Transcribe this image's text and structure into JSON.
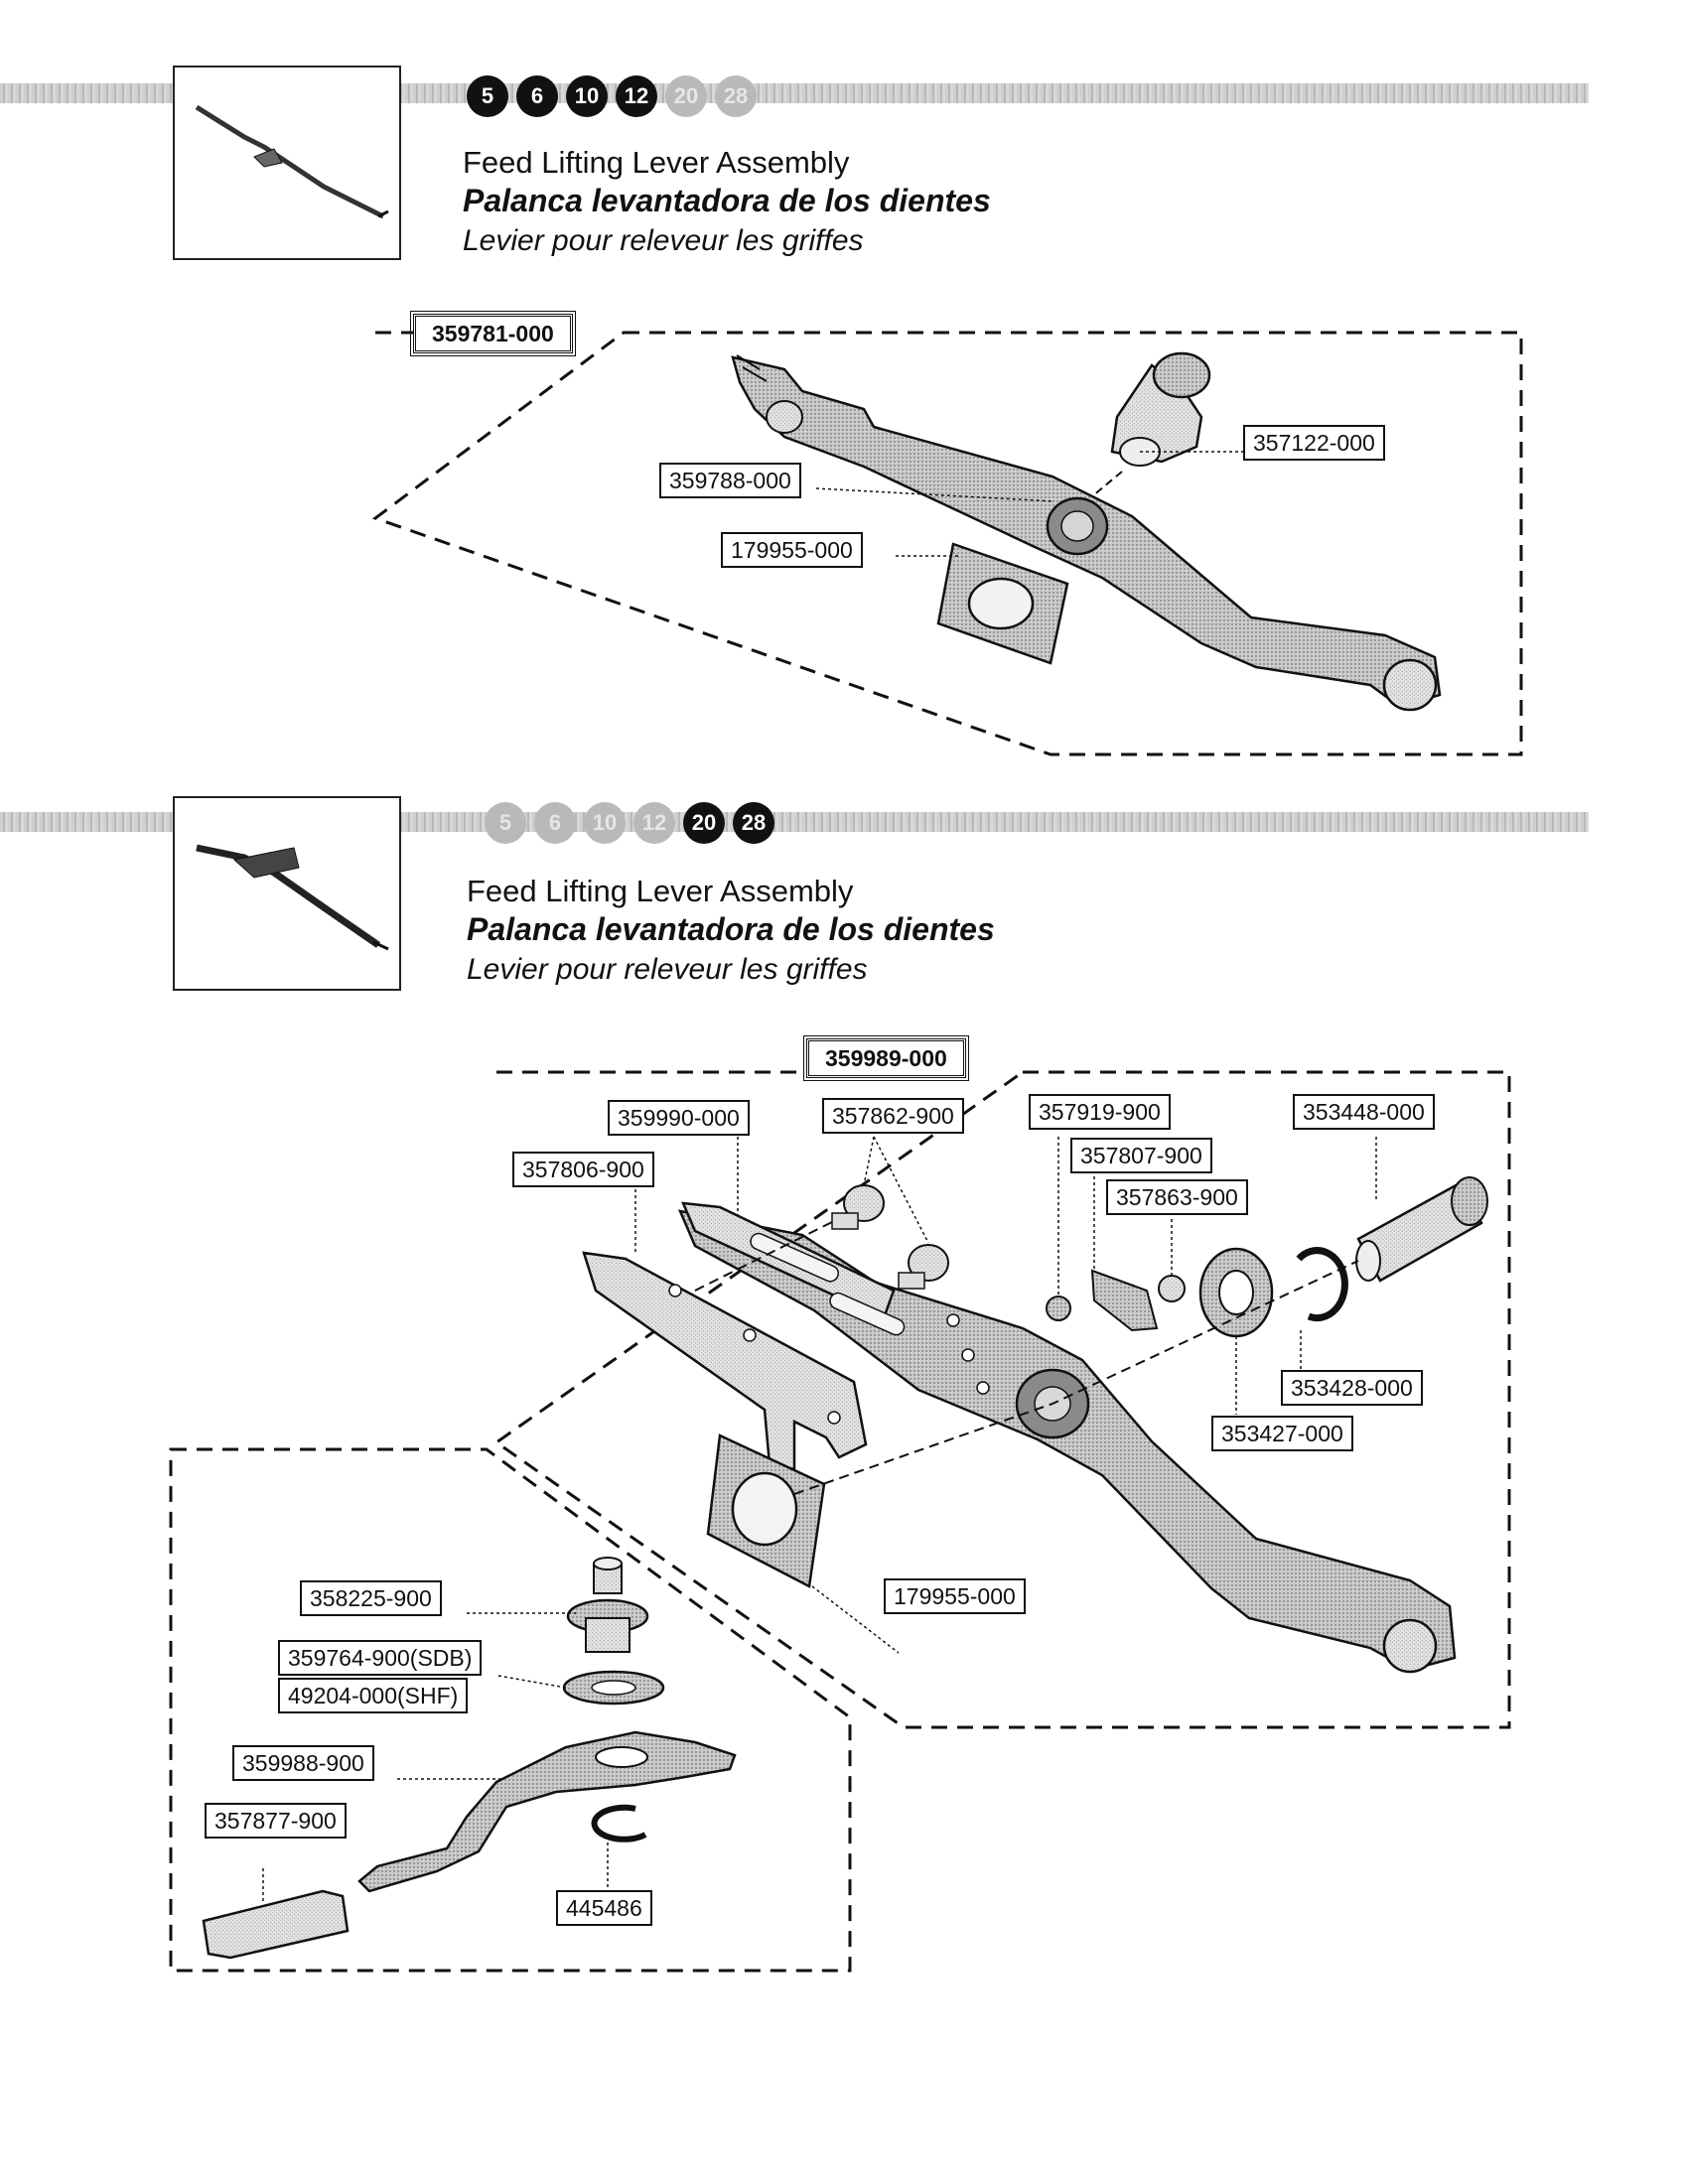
{
  "section1": {
    "models": [
      {
        "label": "5",
        "active": true
      },
      {
        "label": "6",
        "active": true
      },
      {
        "label": "10",
        "active": true
      },
      {
        "label": "12",
        "active": true
      },
      {
        "label": "20",
        "active": false
      },
      {
        "label": "28",
        "active": false
      }
    ],
    "title_en": "Feed Lifting Lever Assembly",
    "title_es": "Palanca levantadora de los dientes",
    "title_fr": "Levier pour releveur les griffes",
    "assembly_part": "359781-000",
    "parts": {
      "pin": "357122-000",
      "lever": "359788-000",
      "plate": "179955-000"
    }
  },
  "section2": {
    "models": [
      {
        "label": "5",
        "active": false
      },
      {
        "label": "6",
        "active": false
      },
      {
        "label": "10",
        "active": false
      },
      {
        "label": "12",
        "active": false
      },
      {
        "label": "20",
        "active": true
      },
      {
        "label": "28",
        "active": true
      }
    ],
    "title_en": "Feed Lifting Lever Assembly",
    "title_es": "Palanca levantadora de los dientes",
    "title_fr": "Levier pour releveur les griffes",
    "assembly_part": "359989-000",
    "parts": {
      "p359990": "359990-000",
      "p357862": "357862-900",
      "p357919": "357919-900",
      "p353448": "353448-000",
      "p357807": "357807-900",
      "p357806": "357806-900",
      "p357863": "357863-900",
      "p353428": "353428-000",
      "p353427": "353427-000",
      "p179955": "179955-000"
    },
    "sub_parts": {
      "p358225": "358225-900",
      "p359764": "359764-900(SDB)",
      "p49204": "49204-000(SHF)",
      "p359988": "359988-900",
      "p357877": "357877-900",
      "p445486": "445486"
    }
  }
}
